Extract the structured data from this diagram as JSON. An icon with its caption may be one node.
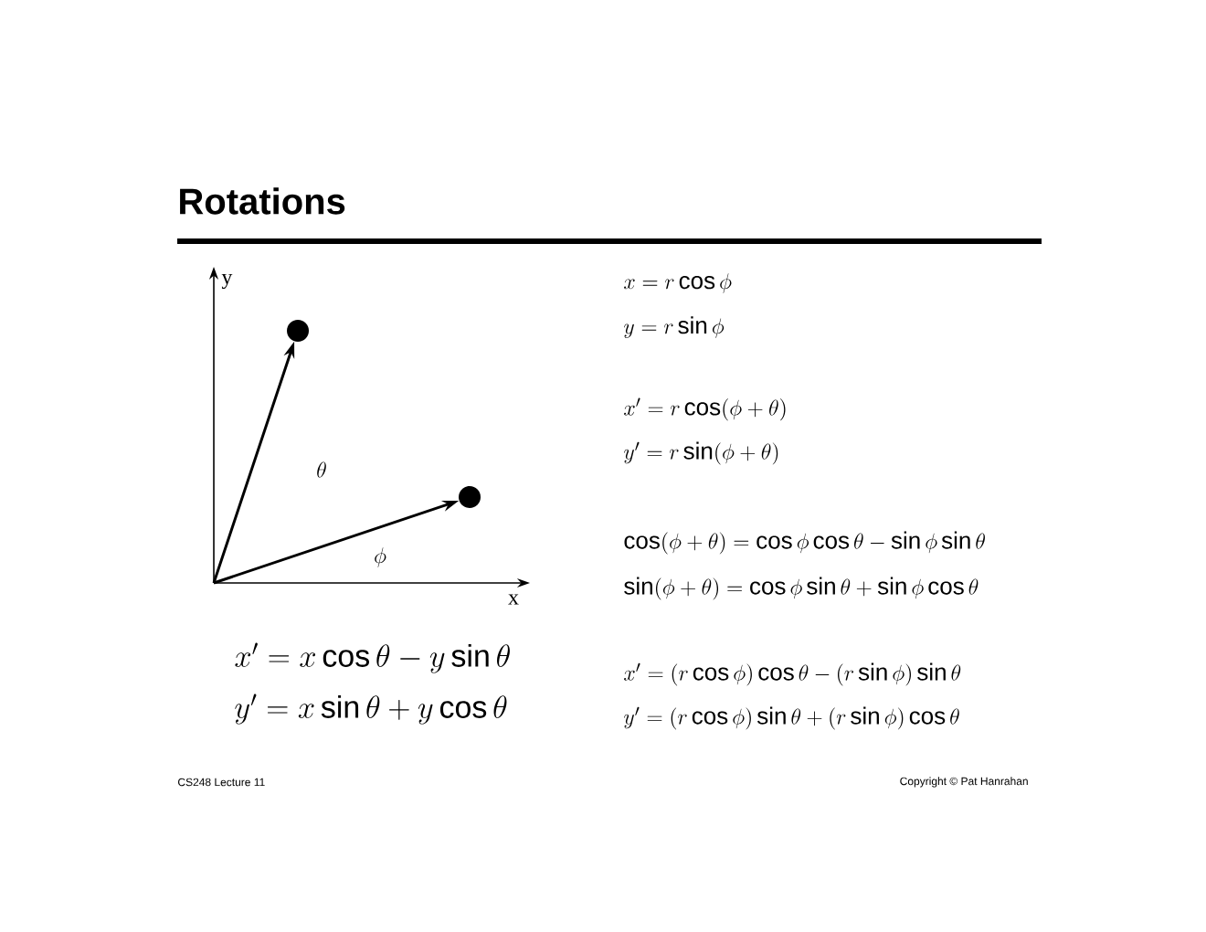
{
  "diagram": {
    "title": "Rotations",
    "nodes": [
      {
        "text": [],
        "shape": "circle"
      },
      {
        "text": [],
        "shape": "circle"
      }
    ],
    "edges": [
      {
        "from": null,
        "to": 0,
        "arrow": "to"
      },
      {
        "from": null,
        "to": 1,
        "arrow": "to"
      }
    ],
    "labels": [
      "y",
      "x = r\\cos\\phi",
      "y = r\\sin\\phi",
      "x' = r\\cos(\\phi + \\theta)",
      "\\theta",
      "y' = r\\sin(\\phi + \\theta)",
      "\\cos(\\phi + \\theta) = \\cos\\phi\\cos\\theta - \\sin\\phi\\sin\\theta",
      "\\phi",
      "\\sin(\\phi + \\theta) = \\cos\\phi\\sin\\theta + \\sin\\phi\\cos\\theta",
      "x",
      "x' = x\\cos\\theta - y\\sin\\theta",
      "x' = (r\\cos\\phi)\\cos\\theta - (r\\sin\\phi)\\sin\\theta",
      "y' = x\\sin\\theta + y\\cos\\theta",
      "y' = (r\\cos\\phi)\\sin\\theta + (r\\sin\\phi)\\cos\\theta",
      "CS248 Lecture 11",
      "Copyright © Pat Hanrahan"
    ]
  }
}
